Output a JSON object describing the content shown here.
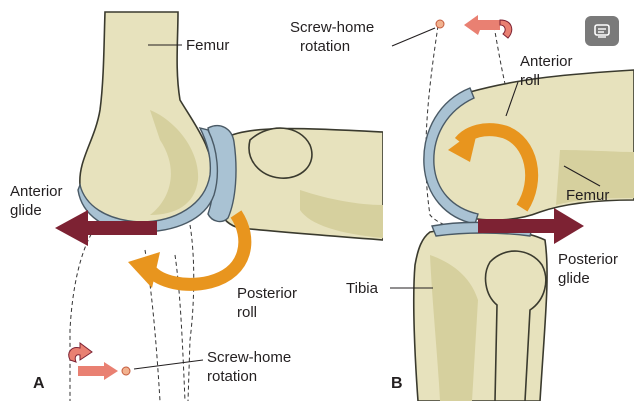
{
  "panelA": {
    "label": "A",
    "femur": "Femur",
    "anterior_glide_line1": "Anterior",
    "anterior_glide_line2": "glide",
    "posterior_roll_line1": "Posterior",
    "posterior_roll_line2": "roll",
    "screw_home_line1": "Screw-home",
    "screw_home_line2": "rotation"
  },
  "panelB": {
    "label": "B",
    "screw_home_line1": "Screw-home",
    "screw_home_line2": "rotation",
    "anterior_roll_line1": "Anterior",
    "anterior_roll_line2": "roll",
    "femur": "Femur",
    "tibia": "Tibia",
    "posterior_glide_line1": "Posterior",
    "posterior_glide_line2": "glide"
  },
  "colors": {
    "bone": "#e7e2bd",
    "cartilage": "#a9c2d3",
    "roll_arrow": "#e8951e",
    "glide_arrow": "#7d2233",
    "screw_arrow": "#e98072"
  },
  "icons": {
    "top_right_button": "caption-icon"
  }
}
